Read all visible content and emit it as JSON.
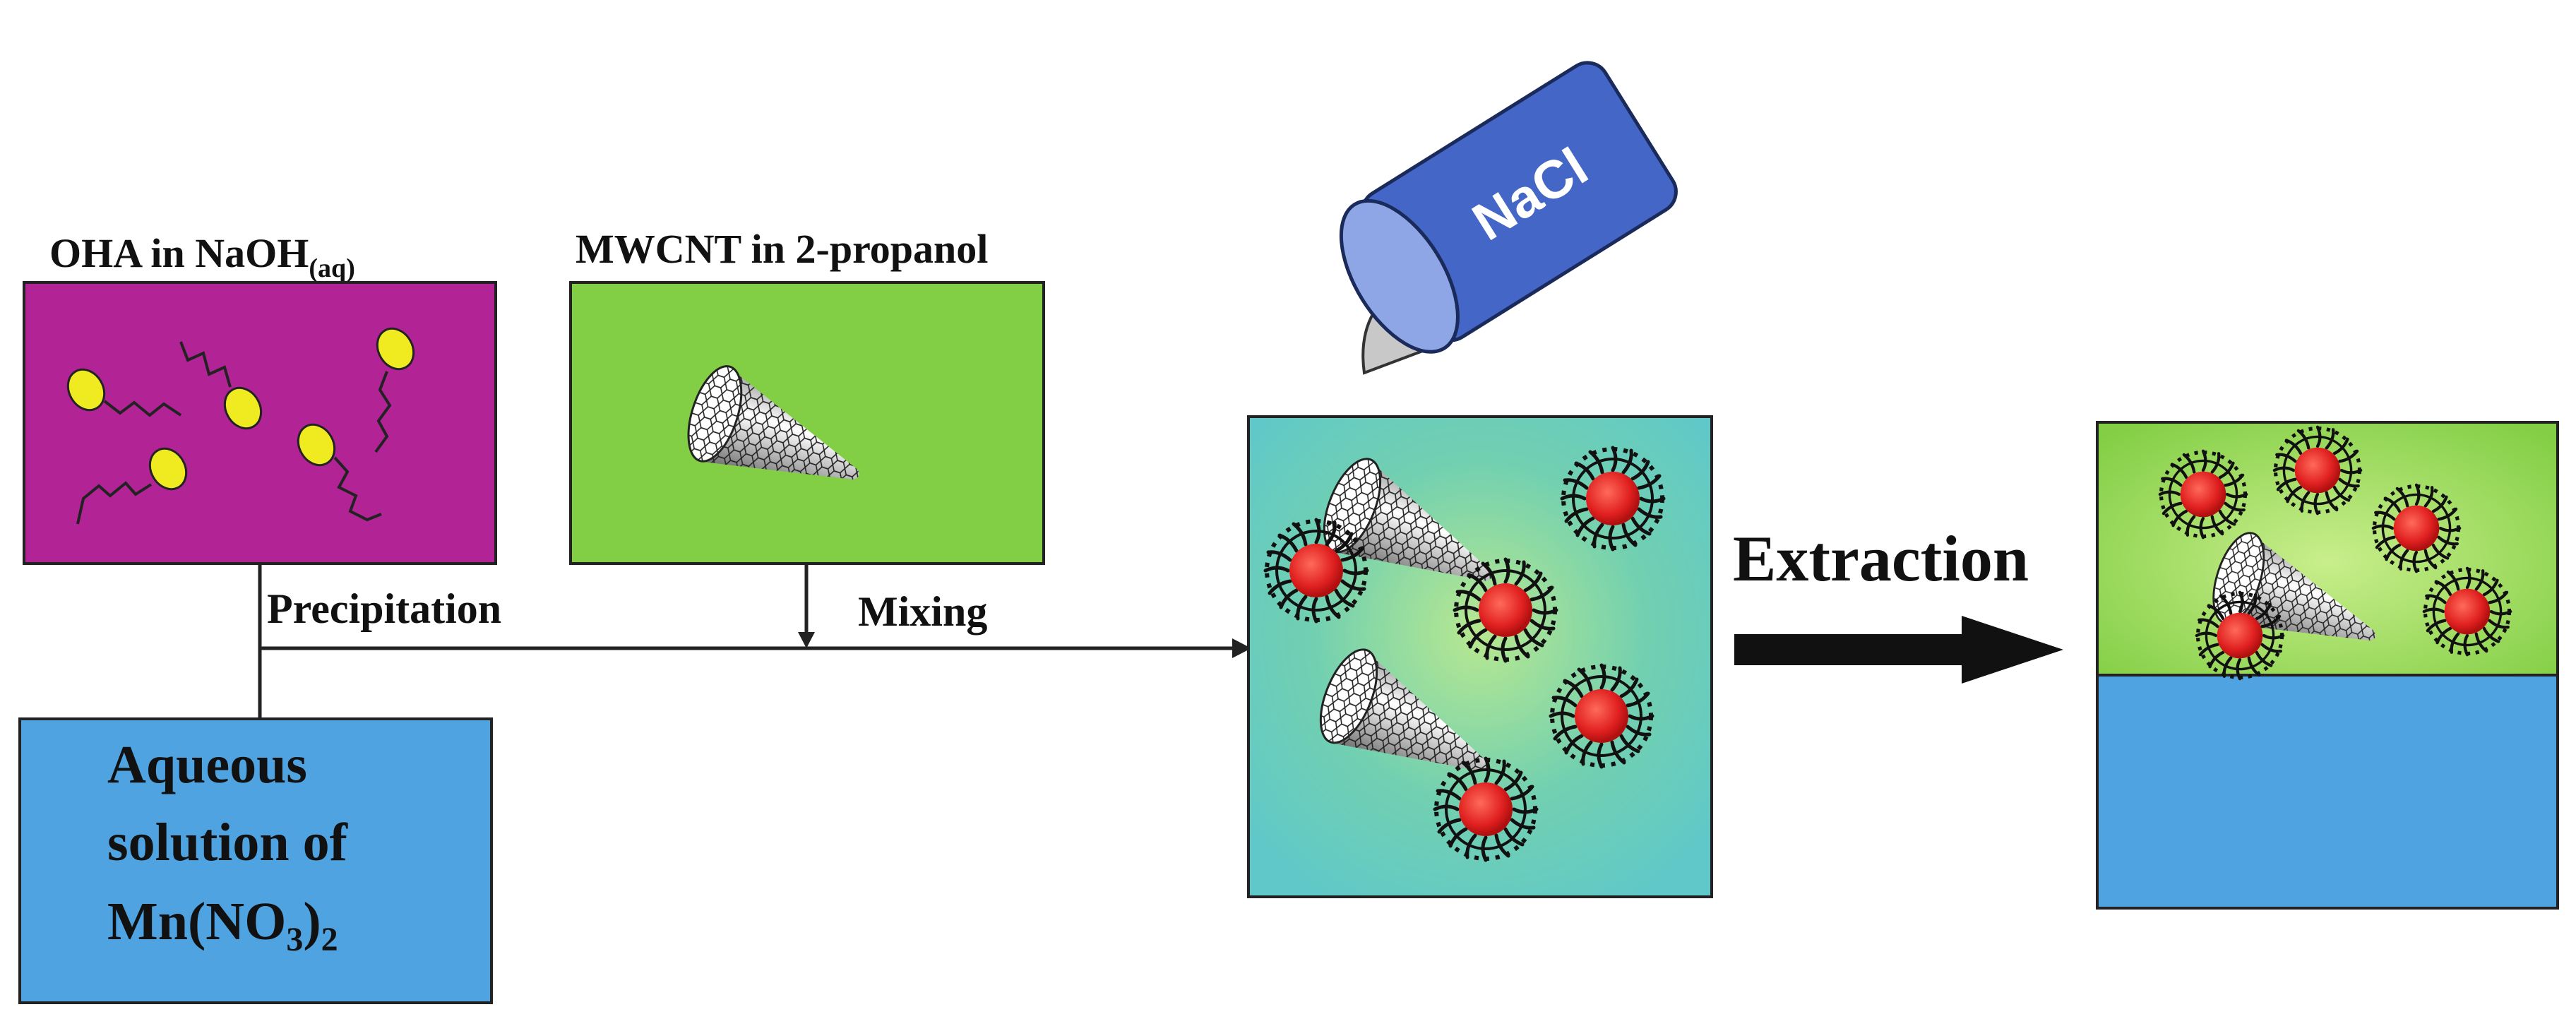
{
  "colors": {
    "oha_box": "#b22396",
    "mwcnt_box": "#82ce44",
    "aqueous_box": "#4ea3e0",
    "mixture_box": "#64ccc5",
    "organic_layer": "#82ce44",
    "aqueous_layer": "#4ea3e0",
    "nacl_bottle": "#4466c6",
    "oha_head": "#f0ea20",
    "nanoparticle": "#e82020",
    "arrow": "#111111"
  },
  "labels": {
    "oha_title_main": "OHA in NaOH",
    "oha_title_sub": "(aq)",
    "mwcnt_title": "MWCNT in 2-propanol",
    "precipitation": "Precipitation",
    "mixing": "Mixing",
    "extraction": "Extraction",
    "nacl": "NaCl",
    "aqueous_line1": "Aqueous",
    "aqueous_line2": "solution of",
    "aqueous_line3_a": "Mn(NO",
    "aqueous_line3_sub1": "3",
    "aqueous_line3_b": ")",
    "aqueous_line3_sub2": "2"
  },
  "icons": {
    "oha_molecule": "surfactant-molecule-icon",
    "nanotube": "carbon-nanotube-icon",
    "nanoparticle": "capped-nanoparticle-icon",
    "bottle": "salt-bottle-icon"
  }
}
